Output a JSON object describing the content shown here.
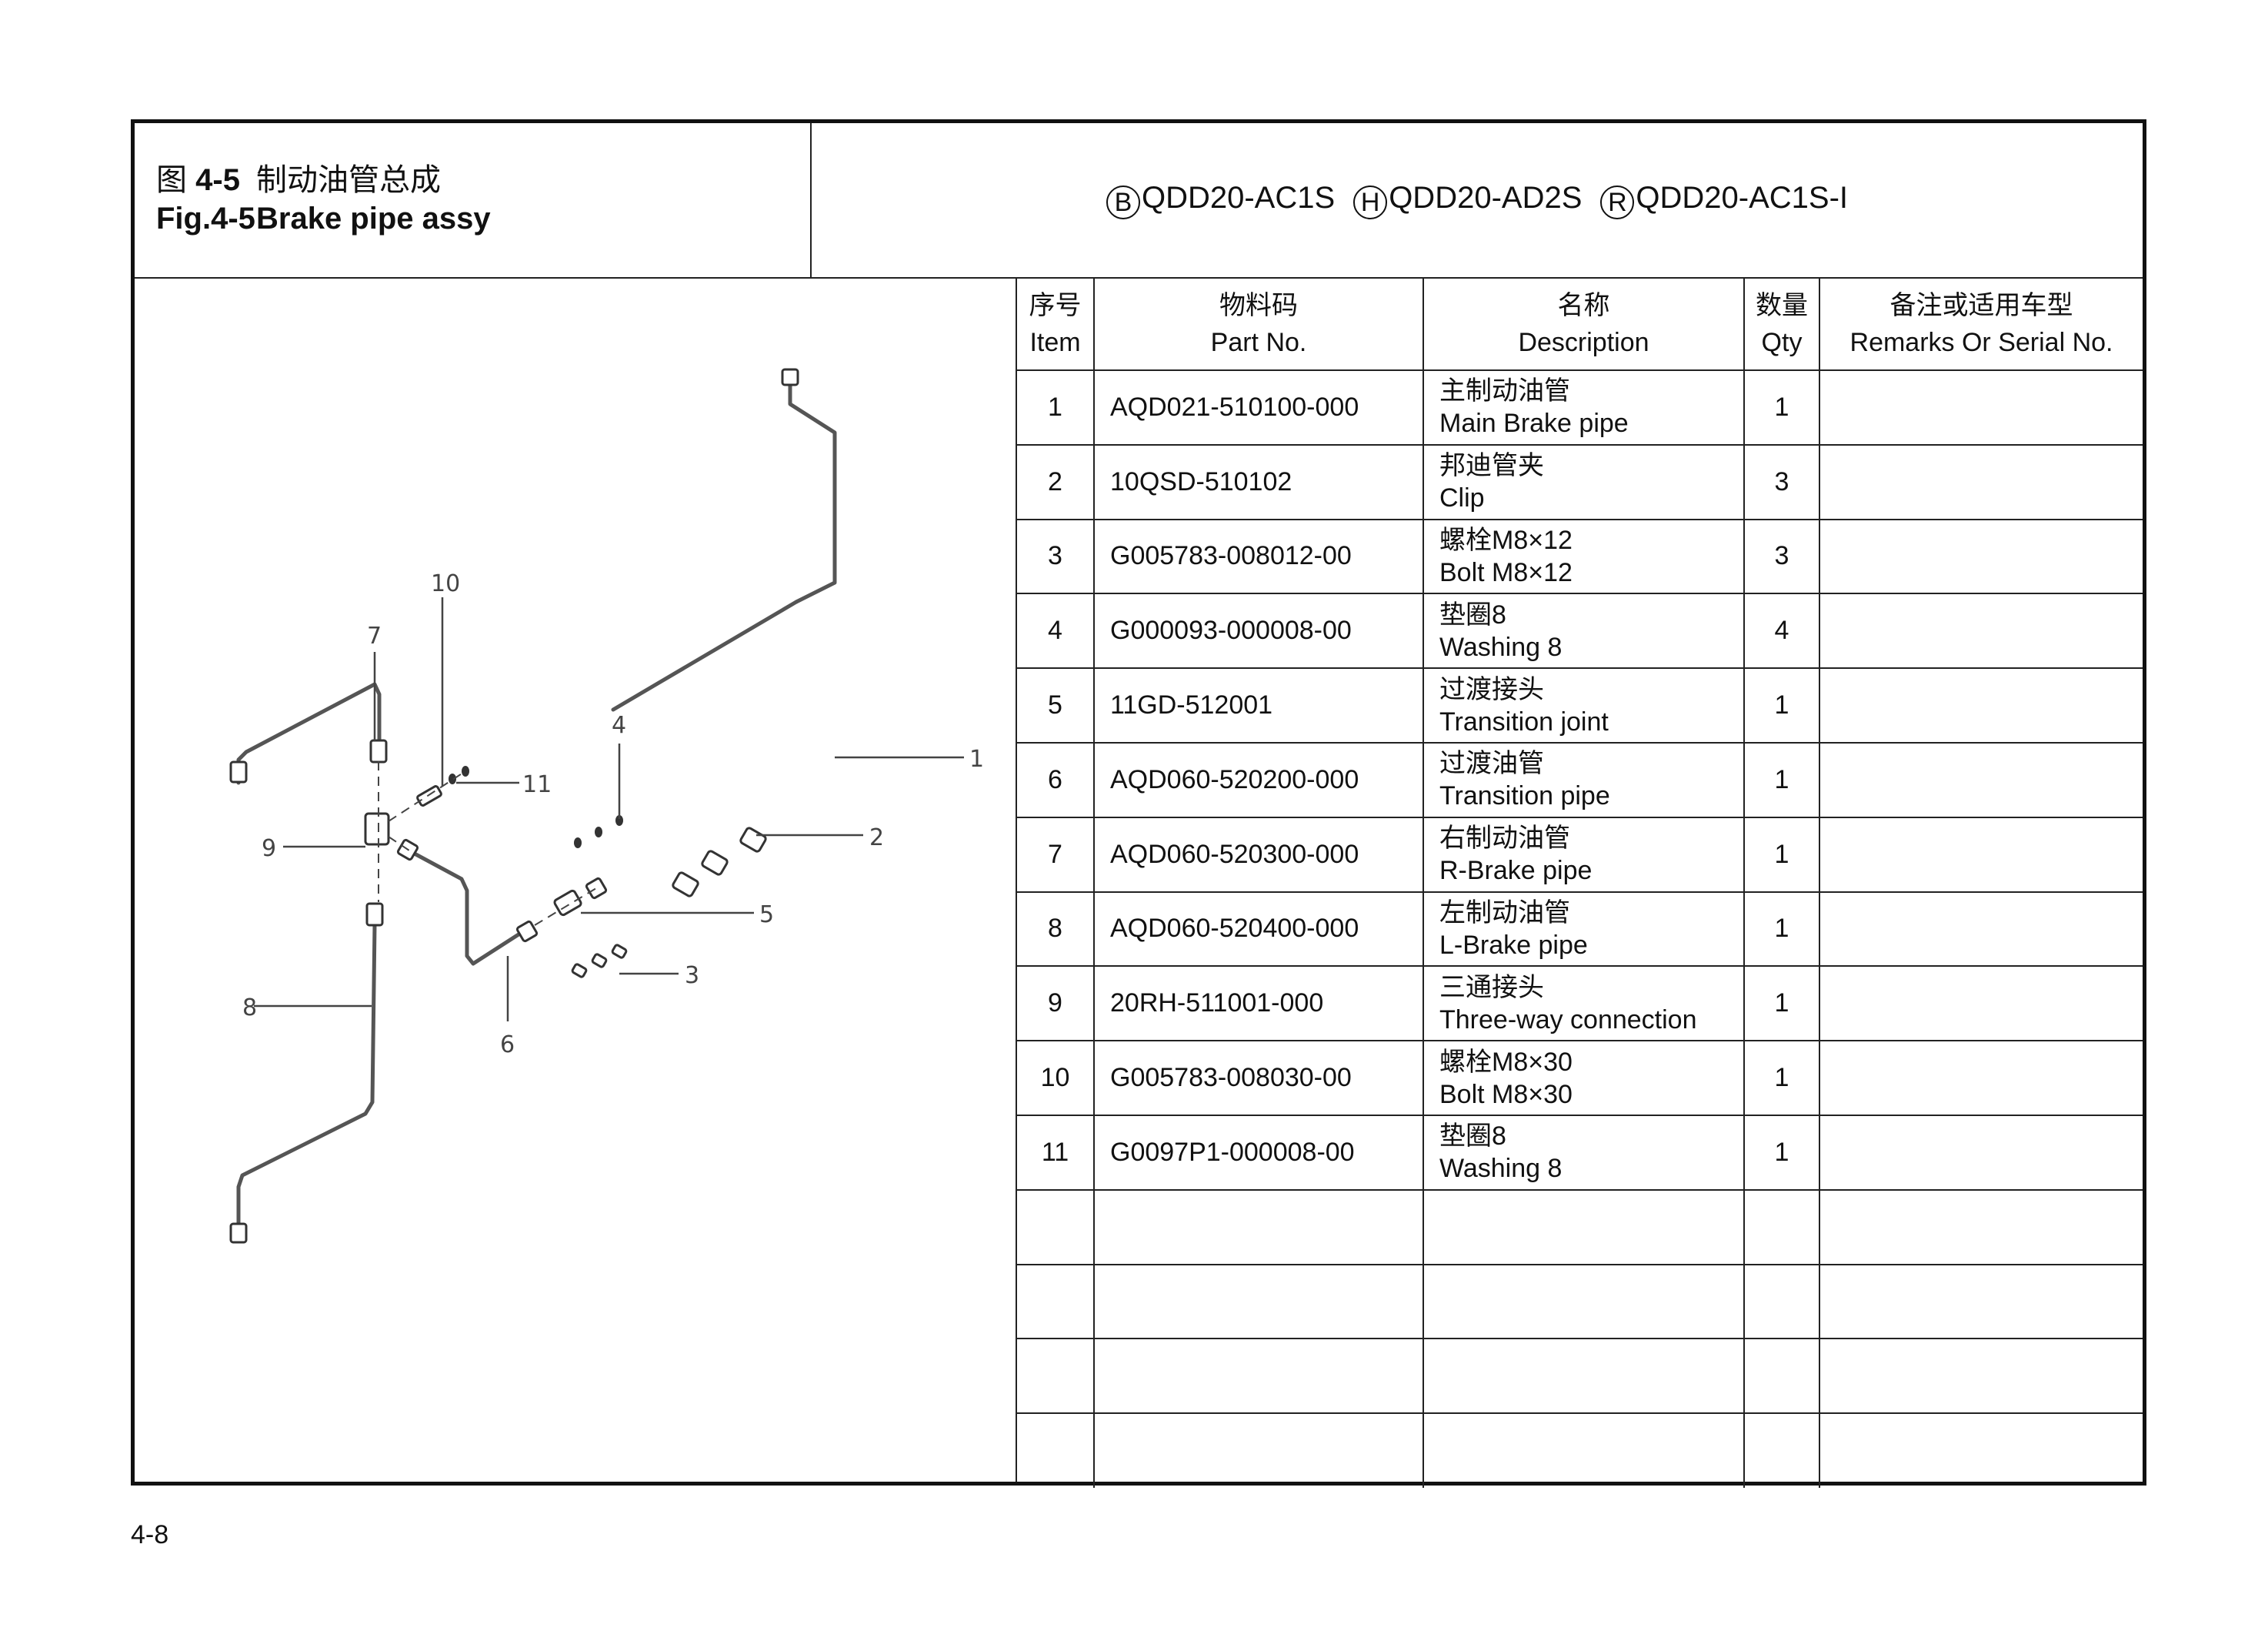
{
  "header": {
    "figure_label_zh": "图",
    "figure_number": "4-5",
    "title_zh": "制动油管总成",
    "figure_label_en": "Fig.4-5",
    "title_en": "Brake pipe assy",
    "models": [
      {
        "marker": "B",
        "name": "QDD20-AC1S"
      },
      {
        "marker": "H",
        "name": "QDD20-AD2S"
      },
      {
        "marker": "R",
        "name": "QDD20-AC1S-I"
      }
    ]
  },
  "table": {
    "columns": [
      {
        "zh": "序号",
        "en": "Item"
      },
      {
        "zh": "物料码",
        "en": "Part No."
      },
      {
        "zh": "名称",
        "en": "Description"
      },
      {
        "zh": "数量",
        "en": "Qty"
      },
      {
        "zh": "备注或适用车型",
        "en": "Remarks Or Serial No."
      }
    ],
    "rows": [
      {
        "item": "1",
        "part_no": "AQD021-510100-000",
        "desc_zh": "主制动油管",
        "desc_en": "Main Brake pipe",
        "qty": "1",
        "remarks": ""
      },
      {
        "item": "2",
        "part_no": "10QSD-510102",
        "desc_zh": "邦迪管夹",
        "desc_en": "Clip",
        "qty": "3",
        "remarks": ""
      },
      {
        "item": "3",
        "part_no": "G005783-008012-00",
        "desc_zh": "螺栓M8×12",
        "desc_en": "Bolt M8×12",
        "qty": "3",
        "remarks": ""
      },
      {
        "item": "4",
        "part_no": "G000093-000008-00",
        "desc_zh": "垫圈8",
        "desc_en": "Washing 8",
        "qty": "4",
        "remarks": ""
      },
      {
        "item": "5",
        "part_no": "11GD-512001",
        "desc_zh": "过渡接头",
        "desc_en": "Transition joint",
        "qty": "1",
        "remarks": ""
      },
      {
        "item": "6",
        "part_no": "AQD060-520200-000",
        "desc_zh": "过渡油管",
        "desc_en": "Transition pipe",
        "qty": "1",
        "remarks": ""
      },
      {
        "item": "7",
        "part_no": "AQD060-520300-000",
        "desc_zh": "右制动油管",
        "desc_en": "R-Brake pipe",
        "qty": "1",
        "remarks": ""
      },
      {
        "item": "8",
        "part_no": "AQD060-520400-000",
        "desc_zh": "左制动油管",
        "desc_en": "L-Brake pipe",
        "qty": "1",
        "remarks": ""
      },
      {
        "item": "9",
        "part_no": "20RH-511001-000",
        "desc_zh": "三通接头",
        "desc_en": "Three-way connection",
        "qty": "1",
        "remarks": ""
      },
      {
        "item": "10",
        "part_no": "G005783-008030-00",
        "desc_zh": "螺栓M8×30",
        "desc_en": "Bolt M8×30",
        "qty": "1",
        "remarks": ""
      },
      {
        "item": "11",
        "part_no": "G0097P1-000008-00",
        "desc_zh": "垫圈8",
        "desc_en": "Washing 8",
        "qty": "1",
        "remarks": ""
      },
      {
        "item": "",
        "part_no": "",
        "desc_zh": "",
        "desc_en": "",
        "qty": "",
        "remarks": ""
      },
      {
        "item": "",
        "part_no": "",
        "desc_zh": "",
        "desc_en": "",
        "qty": "",
        "remarks": ""
      },
      {
        "item": "",
        "part_no": "",
        "desc_zh": "",
        "desc_en": "",
        "qty": "",
        "remarks": ""
      },
      {
        "item": "",
        "part_no": "",
        "desc_zh": "",
        "desc_en": "",
        "qty": "",
        "remarks": ""
      }
    ]
  },
  "diagram": {
    "callouts": [
      "1",
      "2",
      "3",
      "4",
      "5",
      "6",
      "7",
      "8",
      "9",
      "10",
      "11"
    ]
  },
  "footer": {
    "page_number": "4-8"
  }
}
